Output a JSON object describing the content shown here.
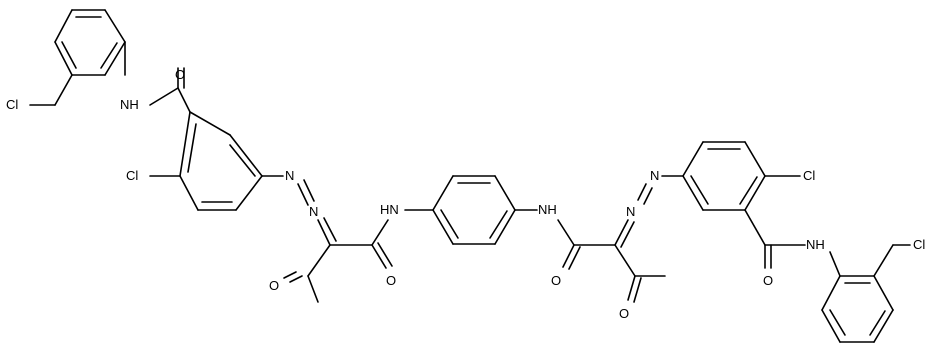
{
  "labels": {
    "cl_top_left": "Cl",
    "nh_top_left": "NH",
    "o_top_left": "O",
    "cl_left": "Cl",
    "n_left_1": "N",
    "n_left_2": "N",
    "nh_center_left": "HN",
    "o_left_keto": "O",
    "o_left_amide": "O",
    "nh_center_right": "NH",
    "n_right_1": "N",
    "n_right_2": "N",
    "o_right_amide": "O",
    "o_right_keto": "O",
    "cl_right": "Cl",
    "o_right_benzamide": "O",
    "nh_right": "NH",
    "cl_bottom_right": "Cl"
  },
  "colors": {
    "ink": "#000000",
    "background": "#ffffff"
  }
}
